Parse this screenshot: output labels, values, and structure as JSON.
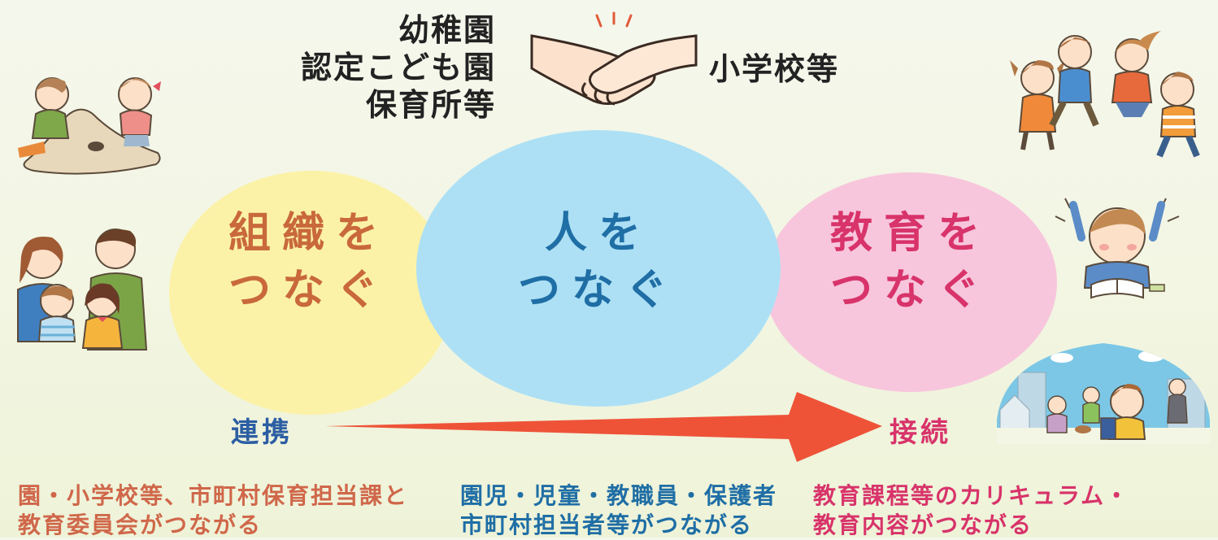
{
  "header": {
    "left_lines": [
      "幼稚園",
      "認定こども園",
      "保育所等"
    ],
    "right_label": "小学校等"
  },
  "circles": [
    {
      "line1": "組織を",
      "line2": "つなぐ",
      "color": "#fbf2a8",
      "text_color": "#c9693a"
    },
    {
      "line1": "人を",
      "line2": "つなぐ",
      "color": "#ade0f5",
      "text_color": "#1f6ea5"
    },
    {
      "line1": "教育を",
      "line2": "つなぐ",
      "color": "#f7c6dc",
      "text_color": "#d8336a"
    }
  ],
  "flow": {
    "start_label": "連携",
    "end_label": "接続",
    "start_color": "#2c5ea3",
    "end_color": "#d8336a",
    "arrow_color": "#ee5338"
  },
  "descriptions": [
    {
      "lines": [
        "園・小学校等、市町村保育担当課と",
        "教育委員会がつながる"
      ],
      "color": "#d0674a"
    },
    {
      "lines": [
        "園児・児童・教職員・保護者",
        "市町村担当者等がつながる"
      ],
      "color": "#1f6ea5"
    },
    {
      "lines": [
        "教育課程等のカリキュラム・",
        "教育内容がつながる"
      ],
      "color": "#d8336a"
    }
  ],
  "illustrations": [
    "handshake",
    "children-sandbox",
    "family",
    "jumping-children",
    "child-reading",
    "children-walking-to-school"
  ]
}
